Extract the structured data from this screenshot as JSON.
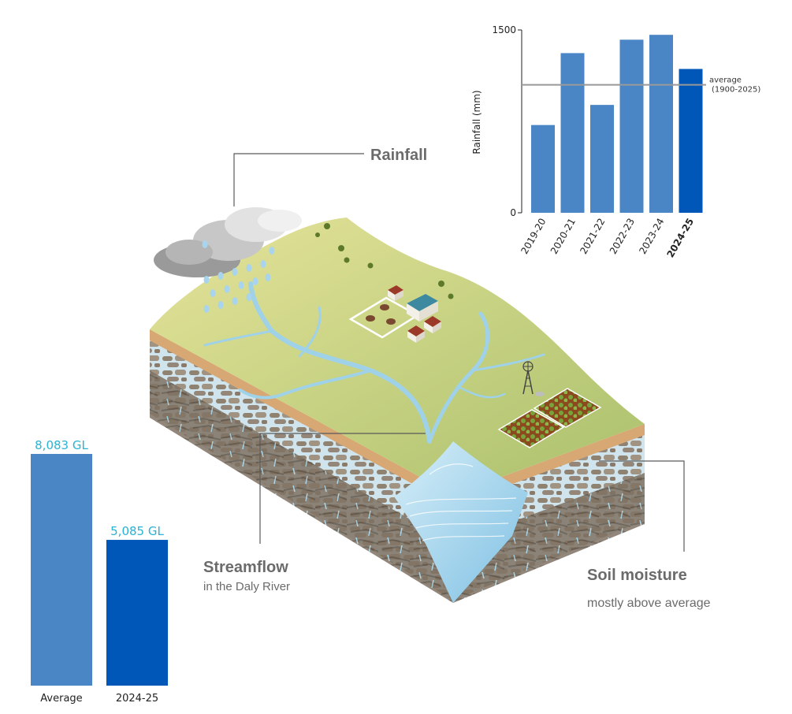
{
  "labels": {
    "rainfall": "Rainfall",
    "streamflow_title": "Streamflow",
    "streamflow_sub": "in the Daly River",
    "soil_title": "Soil moisture",
    "soil_sub": "mostly above average"
  },
  "colors": {
    "bar": "#4a86c5",
    "bar_current": "#0057b8",
    "value_label": "#29b3d6",
    "label_text": "#6b6b6b",
    "average_line": "#999999"
  },
  "icons": [
    "cloud-icon",
    "rain-drop-icon",
    "house-icon",
    "cow-icon",
    "tree-icon",
    "windmill-icon",
    "crop-field-icon"
  ],
  "chart_data": [
    {
      "type": "bar",
      "categories": [
        "2019-20",
        "2020-21",
        "2021-22",
        "2022-23",
        "2023-24",
        "2024-25"
      ],
      "values": [
        720,
        1310,
        885,
        1420,
        1460,
        1180
      ],
      "highlight_category": "2024-25",
      "ylabel": "Rainfall (mm)",
      "ylim": [
        0,
        1500
      ],
      "yticks": [
        0,
        1500
      ],
      "reference_line": {
        "value": 1050,
        "label_1": "average",
        "label_2": "(1900-2025)"
      },
      "grid": false
    },
    {
      "type": "bar",
      "categories": [
        "Average",
        "2024-25"
      ],
      "values": [
        8083,
        5085
      ],
      "value_labels": [
        "8,083 GL",
        "5,085 GL"
      ],
      "unit": "GL"
    }
  ]
}
